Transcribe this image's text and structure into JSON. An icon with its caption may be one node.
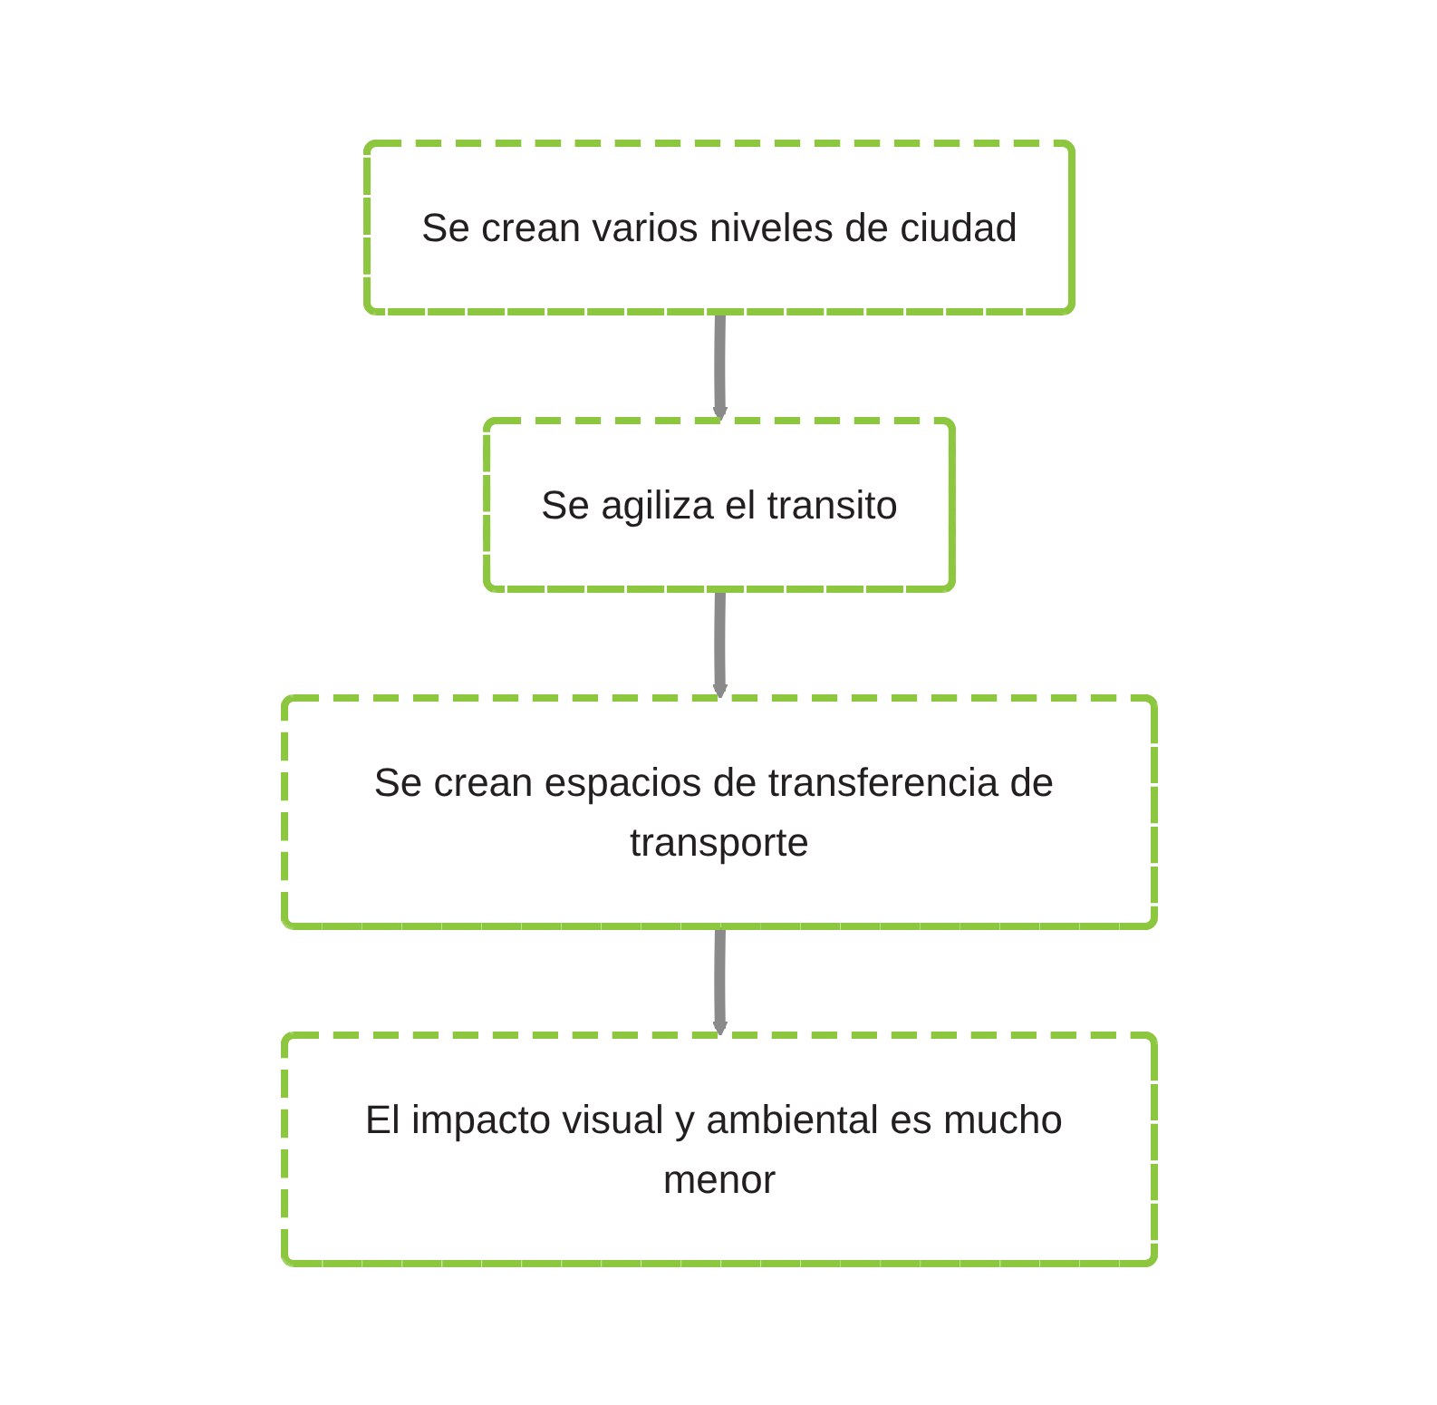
{
  "diagram": {
    "nodes": [
      {
        "text": [
          "Se crean varios niveles de ciudad"
        ]
      },
      {
        "text": [
          "Se agiliza el transito"
        ]
      },
      {
        "text": [
          "Se crean espacios de transferencia de transporte"
        ]
      },
      {
        "text": [
          "El impacto visual y ambiental es mucho menor"
        ]
      }
    ],
    "edges": [
      {
        "from": 0,
        "to": 1,
        "arrow": "to"
      },
      {
        "from": 1,
        "to": 2,
        "arrow": "to"
      },
      {
        "from": 2,
        "to": 3,
        "arrow": "to"
      }
    ]
  }
}
